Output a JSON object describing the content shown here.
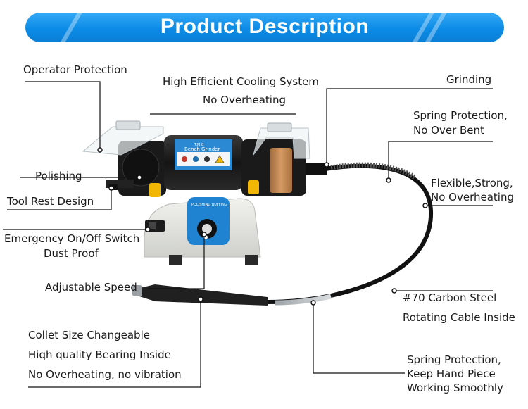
{
  "banner": {
    "title": "Product Description"
  },
  "machine": {
    "badge_top": "T.M.B",
    "badge_main": "Bench Grinder",
    "dial_label": "POLISHING BUFFING"
  },
  "callouts": {
    "operator_protection": "Operator Protection",
    "cooling_1": "High Efficient Cooling System",
    "cooling_2": "No Overheating",
    "grinding": "Grinding",
    "spring_1_a": "Spring Protection,",
    "spring_1_b": "No Over Bent",
    "polishing": "Polishing",
    "flexible_a": "Flexible,Strong,",
    "flexible_b": "No Overheating",
    "tool_rest": "Tool Rest Design",
    "emergency_a": "Emergency On/Off Switch",
    "emergency_b": "Dust Proof",
    "adjustable_speed": "Adjustable Speed",
    "carbon_a": "#70 Carbon Steel",
    "carbon_b": "Rotating Cable Inside",
    "collet_a": "Collet Size Changeable",
    "collet_b": "Hiqh quality Bearing Inside",
    "collet_c": "No Overheating, no vibration",
    "spring_2_a": "Spring Protection,",
    "spring_2_b": "Keep Hand Piece",
    "spring_2_c": "Working Smoothly"
  },
  "colors": {
    "banner": "#0b8be6",
    "wheel": "#c58a55",
    "switch": "#f2b705",
    "base": "#e3e4df"
  }
}
